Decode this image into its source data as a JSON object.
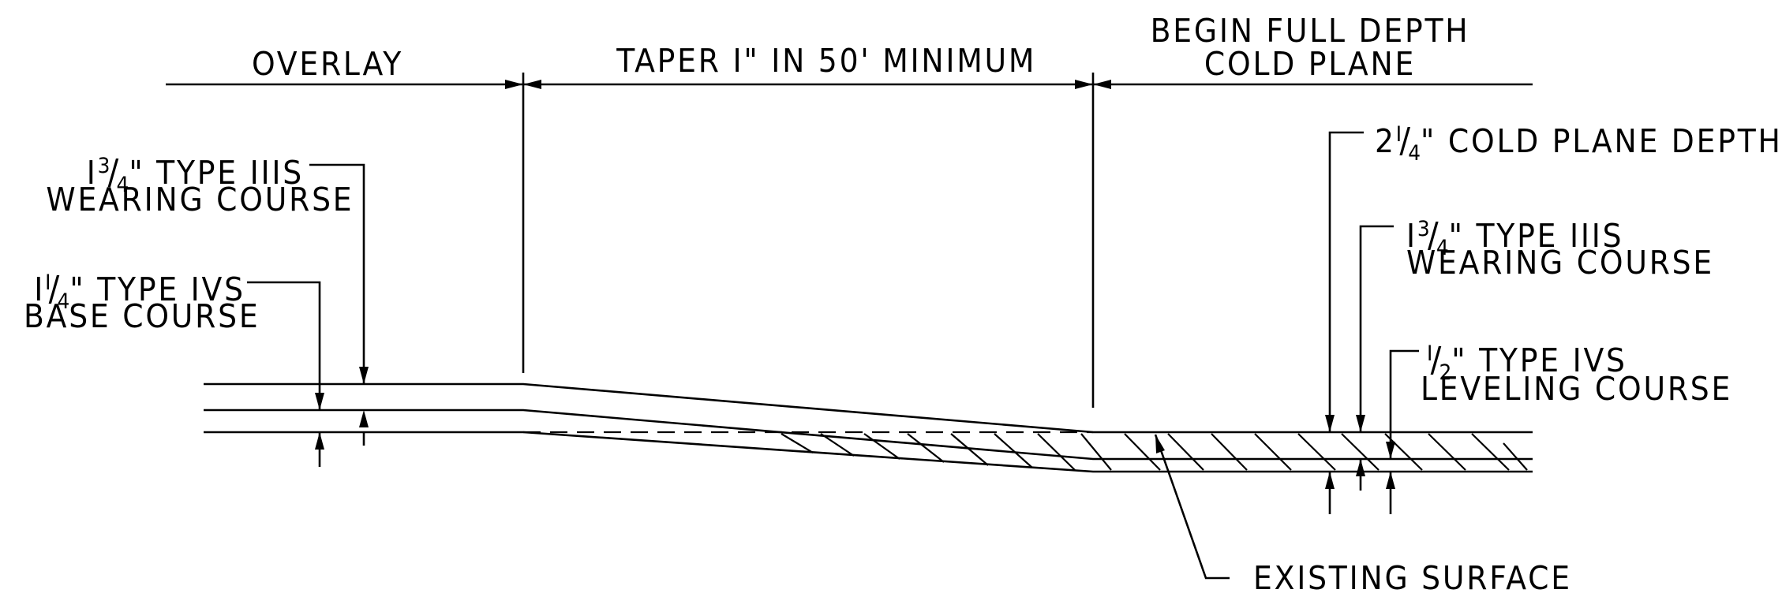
{
  "sections": {
    "overlay": "OVERLAY",
    "taper": "TAPER I\" IN 50' MINIMUM",
    "full_depth_line1": "BEGIN FULL DEPTH",
    "full_depth_line2": "COLD PLANE"
  },
  "left_callouts": {
    "wearing_whole": "I",
    "wearing_num": "3",
    "wearing_den": "4",
    "wearing_rest": "\" TYPE IIIS",
    "wearing_line2": "WEARING COURSE",
    "base_whole": "I",
    "base_num": "I",
    "base_den": "4",
    "base_rest": "\" TYPE IVS",
    "base_line2": "BASE COURSE"
  },
  "right_callouts": {
    "cold_whole": "2",
    "cold_num": "I",
    "cold_den": "4",
    "cold_rest": "\" COLD PLANE DEPTH",
    "wearing_whole": "I",
    "wearing_num": "3",
    "wearing_den": "4",
    "wearing_rest": "\" TYPE IIIS",
    "wearing_line2": "WEARING COURSE",
    "leveling_num": "I",
    "leveling_den": "2",
    "leveling_rest": "\" TYPE IVS",
    "leveling_line2": "LEVELING COURSE"
  },
  "existing_surface": "EXISTING SURFACE"
}
